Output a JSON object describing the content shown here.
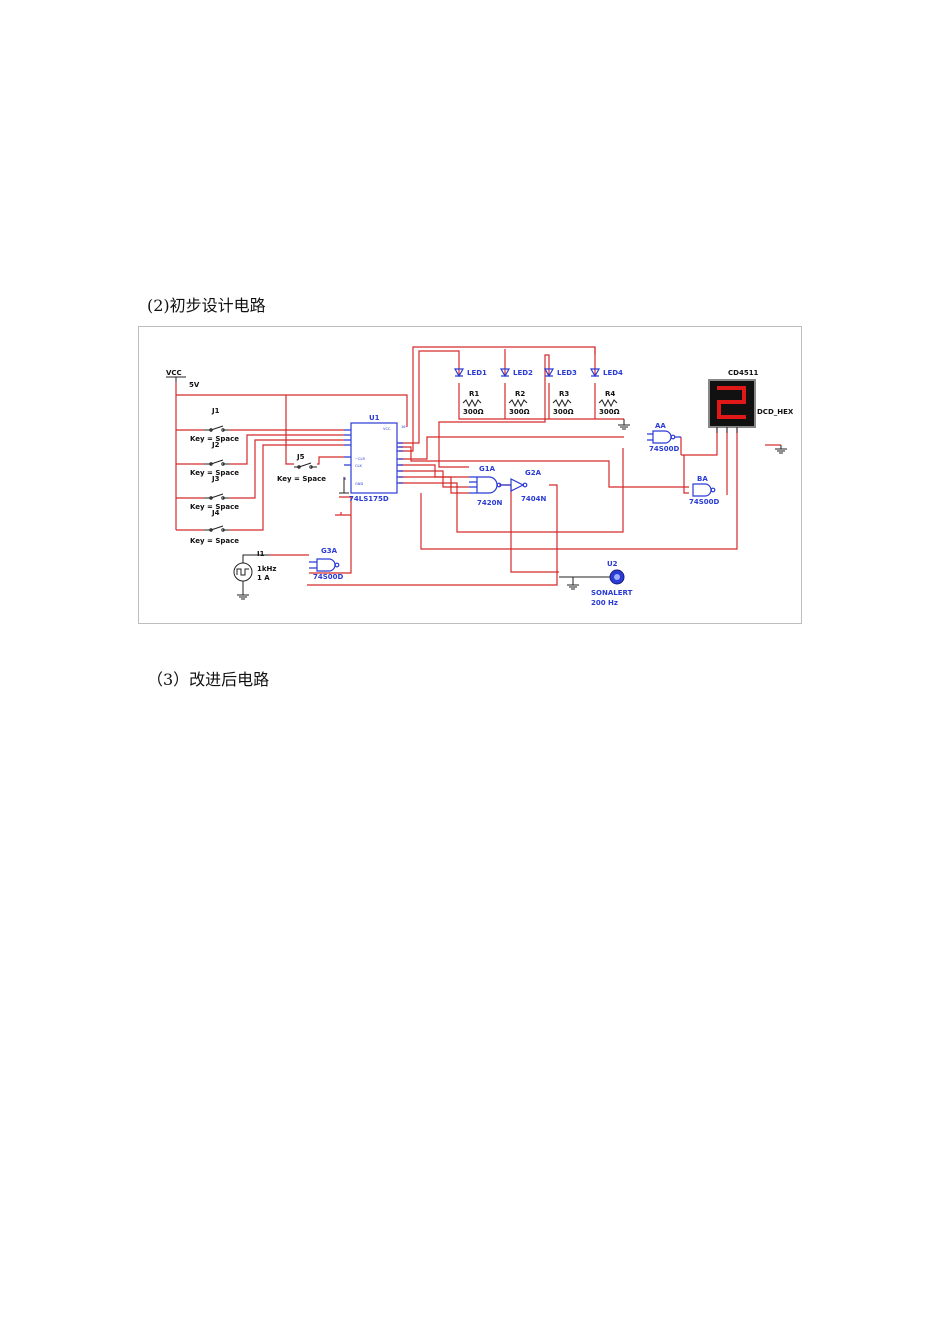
{
  "document": {
    "heading_2": "(2)初步设计电路",
    "heading_3": "（3）改进后电路"
  },
  "figure": {
    "power": {
      "name": "VCC",
      "value": "5V"
    },
    "switches": [
      {
        "ref": "J1",
        "key": "Key = Space"
      },
      {
        "ref": "J2",
        "key": "Key = Space"
      },
      {
        "ref": "J3",
        "key": "Key = Space"
      },
      {
        "ref": "J4",
        "key": "Key = Space"
      },
      {
        "ref": "J5",
        "key": "Key = Space"
      }
    ],
    "latch": {
      "ref": "U1",
      "part": "74LS175D",
      "pin_vcc": "VCC",
      "pin_gnd": "GND",
      "pin_clr": "~CLR",
      "pin_clk": "CLK",
      "pin16": "16",
      "pin8": "8"
    },
    "leds": [
      "LED1",
      "LED2",
      "LED3",
      "LED4"
    ],
    "resistors": [
      {
        "ref": "R1",
        "value": "300Ω"
      },
      {
        "ref": "R2",
        "value": "300Ω"
      },
      {
        "ref": "R3",
        "value": "300Ω"
      },
      {
        "ref": "R4",
        "value": "300Ω"
      }
    ],
    "gates": [
      {
        "ref": "AA",
        "part": "74S00D"
      },
      {
        "ref": "BA",
        "part": "74S00D"
      },
      {
        "ref": "G1A",
        "part": "7420N"
      },
      {
        "ref": "G2A",
        "part": "7404N"
      },
      {
        "ref": "G3A",
        "part": "74S00D"
      }
    ],
    "display": {
      "ref": "CD4511",
      "type": "DCD_HEX",
      "digit": "2"
    },
    "source": {
      "ref": "I1",
      "freq": "1kHz",
      "amp": "1 A"
    },
    "buzzer": {
      "ref": "U2",
      "part": "SONALERT",
      "freq": "200 Hz"
    }
  }
}
